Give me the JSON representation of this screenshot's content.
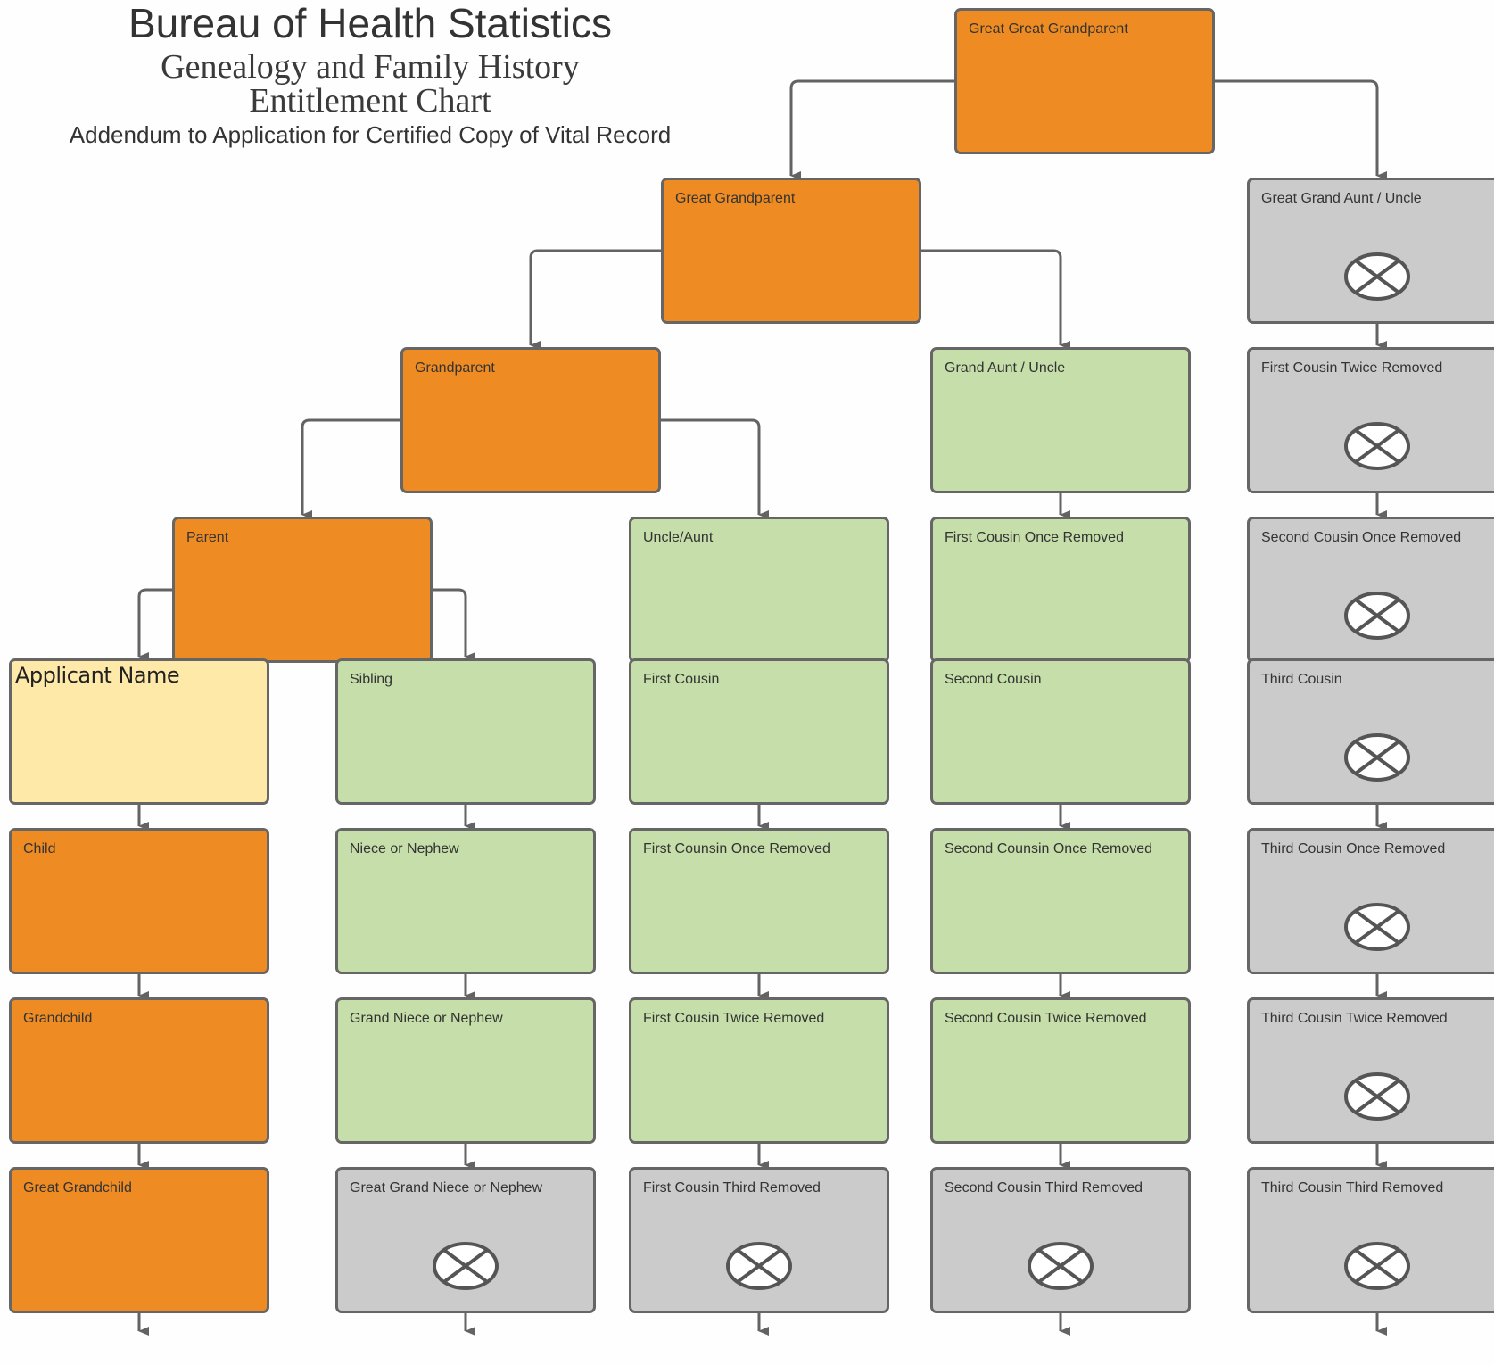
{
  "header": {
    "title": "Bureau of Health Statistics",
    "subtitle_line1": "Genealogy and Family History",
    "subtitle_line2": "Entitlement Chart",
    "addendum": "Addendum to Application for Certified Copy of Vital Record"
  },
  "colors": {
    "direct_line": "#ee8b22",
    "applicant": "#fee9a9",
    "entitled": "#c6dea9",
    "not_entitled": "#cbcbcb",
    "border": "#666666",
    "connector": "#636363"
  },
  "nodes": [
    {
      "id": "great-great-grandparent",
      "label": "Great Great Grandparent",
      "type": "direct"
    },
    {
      "id": "great-grandparent",
      "label": "Great Grandparent",
      "type": "direct"
    },
    {
      "id": "great-grand-aunt-uncle",
      "label": "Great Grand Aunt / Uncle",
      "type": "not_entitled"
    },
    {
      "id": "grandparent",
      "label": "Grandparent",
      "type": "direct"
    },
    {
      "id": "grand-aunt-uncle",
      "label": "Grand Aunt / Uncle",
      "type": "entitled"
    },
    {
      "id": "first-cousin-twice-removed-top",
      "label": "First Cousin Twice Removed",
      "type": "not_entitled"
    },
    {
      "id": "parent",
      "label": "Parent",
      "type": "direct"
    },
    {
      "id": "uncle-aunt",
      "label": "Uncle/Aunt",
      "type": "entitled"
    },
    {
      "id": "first-cousin-once-removed-top",
      "label": "First Cousin Once Removed",
      "type": "entitled"
    },
    {
      "id": "second-cousin-once-removed-top",
      "label": "Second Cousin Once Removed",
      "type": "not_entitled"
    },
    {
      "id": "applicant",
      "label": "Applicant Name",
      "type": "applicant"
    },
    {
      "id": "sibling",
      "label": "Sibling",
      "type": "entitled"
    },
    {
      "id": "first-cousin",
      "label": "First Cousin",
      "type": "entitled"
    },
    {
      "id": "second-cousin",
      "label": "Second Cousin",
      "type": "entitled"
    },
    {
      "id": "third-cousin",
      "label": "Third Cousin",
      "type": "not_entitled"
    },
    {
      "id": "child",
      "label": "Child",
      "type": "direct"
    },
    {
      "id": "niece-nephew",
      "label": "Niece or Nephew",
      "type": "entitled"
    },
    {
      "id": "first-cousin-once-removed",
      "label": "First Counsin Once Removed",
      "type": "entitled"
    },
    {
      "id": "second-cousin-once-removed",
      "label": "Second Counsin Once Removed",
      "type": "entitled"
    },
    {
      "id": "third-cousin-once-removed",
      "label": "Third Cousin Once Removed",
      "type": "not_entitled"
    },
    {
      "id": "grandchild",
      "label": "Grandchild",
      "type": "direct"
    },
    {
      "id": "grand-niece-nephew",
      "label": "Grand Niece or Nephew",
      "type": "entitled"
    },
    {
      "id": "first-cousin-twice-removed",
      "label": "First Cousin Twice Removed",
      "type": "entitled"
    },
    {
      "id": "second-cousin-twice-removed",
      "label": "Second Cousin Twice Removed",
      "type": "entitled"
    },
    {
      "id": "third-cousin-twice-removed",
      "label": "Third Cousin Twice Removed",
      "type": "not_entitled"
    },
    {
      "id": "great-grandchild",
      "label": "Great Grandchild",
      "type": "direct"
    },
    {
      "id": "great-grand-niece-nephew",
      "label": "Great Grand Niece or Nephew",
      "type": "not_entitled"
    },
    {
      "id": "first-cousin-third-removed",
      "label": "First Cousin Third Removed",
      "type": "not_entitled"
    },
    {
      "id": "second-cousin-third-removed",
      "label": "Second Cousin Third Removed",
      "type": "not_entitled"
    },
    {
      "id": "third-cousin-third-removed",
      "label": "Third Cousin Third Removed",
      "type": "not_entitled"
    }
  ],
  "edges": [
    [
      "great-great-grandparent",
      "great-grandparent"
    ],
    [
      "great-great-grandparent",
      "great-grand-aunt-uncle"
    ],
    [
      "great-grandparent",
      "grandparent"
    ],
    [
      "great-grandparent",
      "grand-aunt-uncle"
    ],
    [
      "grandparent",
      "parent"
    ],
    [
      "grandparent",
      "uncle-aunt"
    ],
    [
      "parent",
      "applicant"
    ],
    [
      "parent",
      "sibling"
    ],
    [
      "great-grand-aunt-uncle",
      "first-cousin-twice-removed-top"
    ],
    [
      "first-cousin-twice-removed-top",
      "second-cousin-once-removed-top"
    ],
    [
      "second-cousin-once-removed-top",
      "third-cousin"
    ],
    [
      "third-cousin",
      "third-cousin-once-removed"
    ],
    [
      "third-cousin-once-removed",
      "third-cousin-twice-removed"
    ],
    [
      "third-cousin-twice-removed",
      "third-cousin-third-removed"
    ],
    [
      "grand-aunt-uncle",
      "first-cousin-once-removed-top"
    ],
    [
      "first-cousin-once-removed-top",
      "second-cousin"
    ],
    [
      "second-cousin",
      "second-cousin-once-removed"
    ],
    [
      "second-cousin-once-removed",
      "second-cousin-twice-removed"
    ],
    [
      "second-cousin-twice-removed",
      "second-cousin-third-removed"
    ],
    [
      "uncle-aunt",
      "first-cousin"
    ],
    [
      "first-cousin",
      "first-cousin-once-removed"
    ],
    [
      "first-cousin-once-removed",
      "first-cousin-twice-removed"
    ],
    [
      "first-cousin-twice-removed",
      "first-cousin-third-removed"
    ],
    [
      "sibling",
      "niece-nephew"
    ],
    [
      "niece-nephew",
      "grand-niece-nephew"
    ],
    [
      "grand-niece-nephew",
      "great-grand-niece-nephew"
    ],
    [
      "applicant",
      "child"
    ],
    [
      "child",
      "grandchild"
    ],
    [
      "grandchild",
      "great-grandchild"
    ]
  ]
}
